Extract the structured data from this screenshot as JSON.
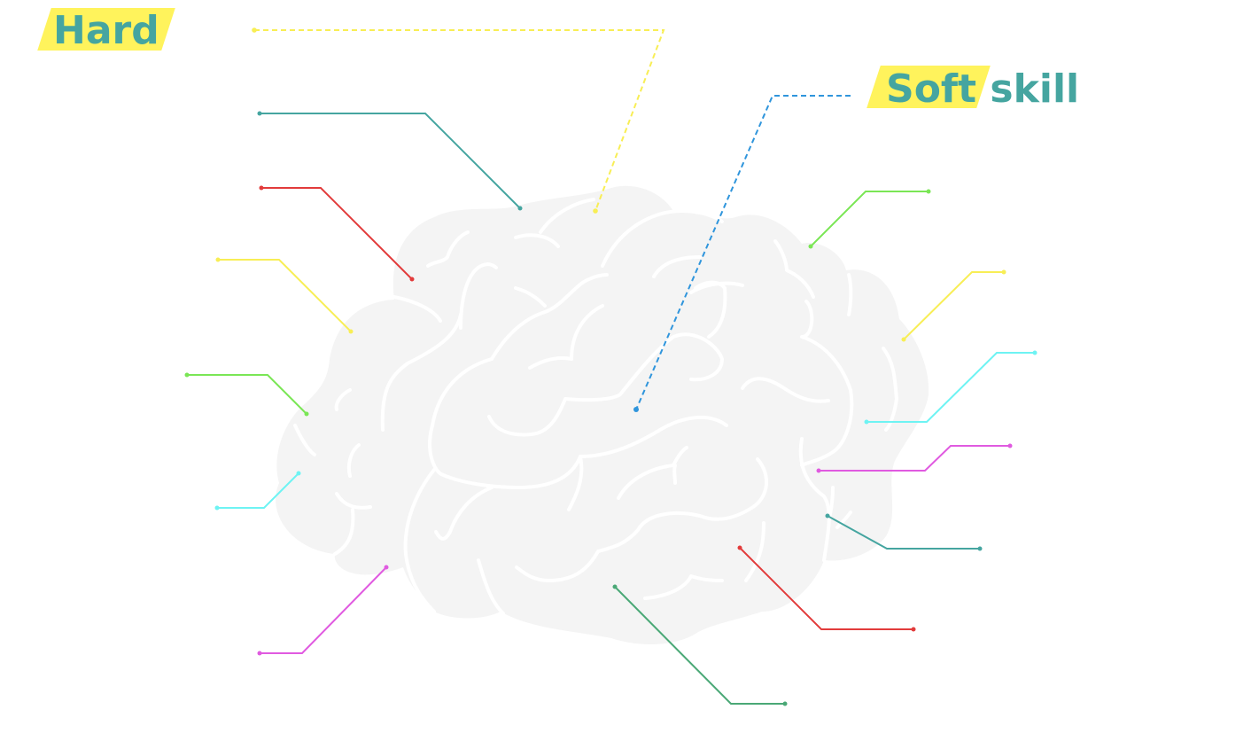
{
  "labels": {
    "hard": "Hard",
    "soft_part1": "Soft",
    "soft_part2": "skill"
  },
  "colors": {
    "teal": "#45a5a0",
    "highlight_yellow": "#fff35c",
    "brain_fill": "#f4f4f4",
    "brain_grooves": "#ffffff",
    "leader_yellow": "#f8ee55",
    "leader_teal": "#45a5a0",
    "leader_red": "#e23b3b",
    "leader_green": "#7ae655",
    "leader_cyan": "#6ef3f3",
    "leader_magenta": "#e05ae0",
    "leader_dark_green": "#4aa876",
    "leader_blue": "#2f95dc"
  },
  "icons": [
    "brain-illustration"
  ]
}
